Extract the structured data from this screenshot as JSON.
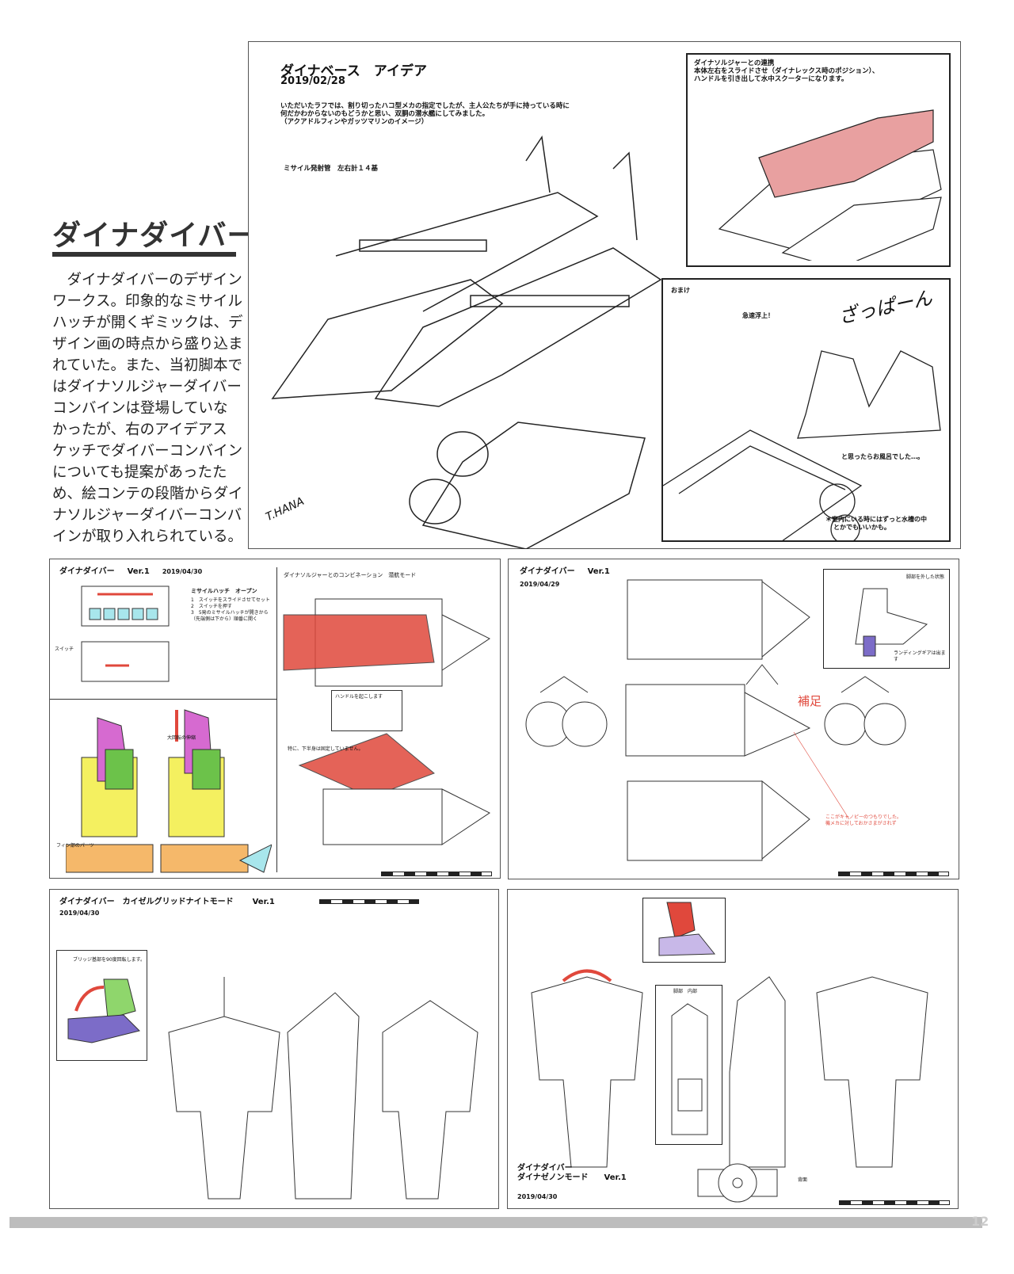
{
  "article": {
    "title": "ダイナダイバー",
    "body_lines": [
      "　ダイナダイバーのデザイン",
      "ワークス。印象的なミサイル",
      "ハッチが開くギミックは、デ",
      "ザイン画の時点から盛り込ま",
      "れていた。また、当初脚本で",
      "はダイナソルジャーダイバー",
      "コンバインは登場していな",
      "かったが、右のアイデアス",
      "ケッチでダイバーコンバイン",
      "についても提案があったた",
      "め、絵コンテの段階からダイ",
      "ナソルジャーダイバーコンバ",
      "インが取り入れられている。"
    ]
  },
  "idea_sheet": {
    "title": "ダイナベース　アイデア",
    "date": "2019/02/28",
    "note_lines": [
      "いただいたラフでは、割り切ったハコ型メカの指定でしたが、主人公たちが手に持っている時に",
      "何だかわからないのもどうかと思い、双胴の潜水艦にしてみました。",
      "（アクアドルフィンやガッツマリンのイメージ）"
    ],
    "missile_label": "ミサイル発射管　左右計１４基",
    "signature": "T.HANA",
    "combo_note_lines": [
      "ダイナソルジャーとの連携",
      "本体左右をスライドさせ（ダイナレックス時のポジション）、",
      "ハンドルを引き出して水中スクーターになります。"
    ],
    "bonus": {
      "label": "おまけ",
      "surface": "急速浮上！",
      "sfx": "ざっぱーん",
      "bath": "と思ったらお風呂でした…。",
      "footnote_lines": [
        "＊室内にいる時にはずっと水槽の中",
        "とかでもいいかも。"
      ]
    }
  },
  "sheet_a": {
    "title": "ダイナダイバー",
    "version": "Ver.1",
    "date": "2019/04/30",
    "hatch_title": "ミサイルハッチ　オープン",
    "hatch_steps": [
      "1　スイッチをスライドさせてセット",
      "2　スイッチを押す",
      "3　5発のミサイルハッチが開きから（先端側は下から）順番に開く"
    ],
    "switch_label": "スイッチ",
    "fin_label": "フィン部のパーツ",
    "combo_title": "ダイナソルジャーとのコンビネーション　潜航モード",
    "handle_label": "ハンドルを起こします",
    "note": "特に、下半身は固定していません。",
    "arrow_label": "大回転の伸縮"
  },
  "sheet_b": {
    "title": "ダイナダイバー",
    "version": "Ver.1",
    "date": "2019/04/29",
    "inset_label": "脚部を外した状態",
    "gear_label": "ランディングギアは出ます",
    "supplement": "補足",
    "supplement_note": [
      "ここがキャノピーのつもりでした。",
      "機メカに対しておかさまがされず"
    ]
  },
  "sheet_c": {
    "title": "ダイナダイバー　カイゼルグリッドナイトモード",
    "version": "Ver.1",
    "date": "2019/04/30",
    "inset_label": "ブリッジ基部を90度回転します。"
  },
  "sheet_d": {
    "title_lines": [
      "ダイナダイバー",
      "ダイナゼノンモード"
    ],
    "version": "Ver.1",
    "date": "2019/04/30",
    "inset_label": "脚部　内部",
    "bottom_label": "背面"
  },
  "page_number": "12",
  "colors": {
    "red": "#e0483c",
    "pink": "#e8a0a0",
    "yellow": "#f4f060",
    "green": "#6cc24a",
    "magenta": "#d66ad0",
    "cyan": "#a8e6ec",
    "purple": "#7c6cc8"
  }
}
